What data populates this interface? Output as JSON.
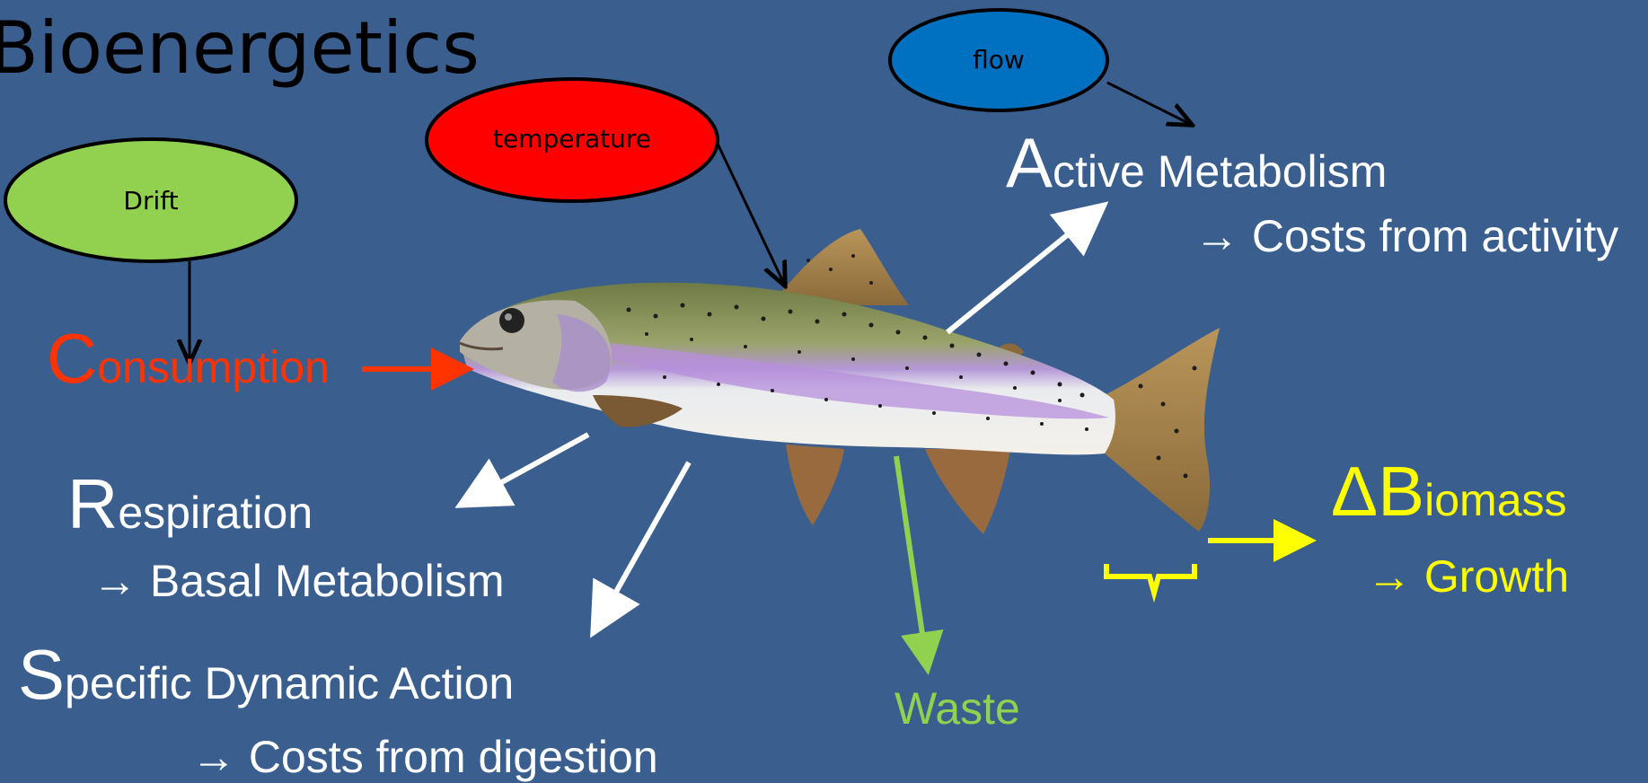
{
  "title": "Bioenergetics",
  "ovals": {
    "drift": {
      "label": "Drift",
      "color": "#92d050"
    },
    "temperature": {
      "label": "temperature",
      "color": "#ff0000"
    },
    "flow": {
      "label": "flow",
      "color": "#0070c0"
    }
  },
  "consumption": {
    "initial": "C",
    "rest": "onsumption",
    "color": "#ff3300"
  },
  "active_metabolism": {
    "initial": "A",
    "rest": "ctive Metabolism",
    "detail": "→ Costs from activity",
    "color": "#ffffff"
  },
  "respiration": {
    "initial": "R",
    "rest": "espiration",
    "detail": "→ Basal Metabolism",
    "color": "#ffffff"
  },
  "sda": {
    "initial": "S",
    "rest": "pecific Dynamic Action",
    "detail": "→ Costs from digestion",
    "color": "#ffffff"
  },
  "waste": {
    "label": "Waste",
    "color": "#92d050"
  },
  "biomass": {
    "delta": "Δ",
    "initial": "B",
    "rest": "iomass",
    "detail": "→ Growth",
    "color": "#ffff00"
  },
  "fish": {
    "label": "rainbow-trout-illustration"
  }
}
